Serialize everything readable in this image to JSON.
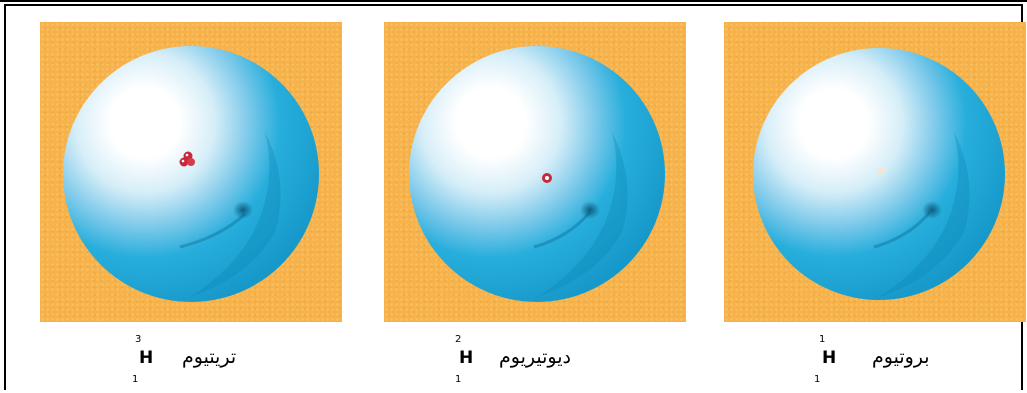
{
  "isotopes": [
    {
      "name": "تريتيوم",
      "symbol": "H",
      "mass_number": "3",
      "atomic_number": "1",
      "nucleus_color": "#c8283c"
    },
    {
      "name": "ديوتيريوم",
      "symbol": "H",
      "mass_number": "2",
      "atomic_number": "1",
      "nucleus_color": "#c8283c"
    },
    {
      "name": "بروتيوم",
      "symbol": "H",
      "mass_number": "1",
      "atomic_number": "1",
      "nucleus_color": "#f6e6d0"
    }
  ],
  "colors": {
    "background_panel": "#f7b34a",
    "sphere_blue": "#1ea8d8",
    "sphere_highlight": "#ffffff",
    "sphere_shadow": "#0a6e96"
  }
}
